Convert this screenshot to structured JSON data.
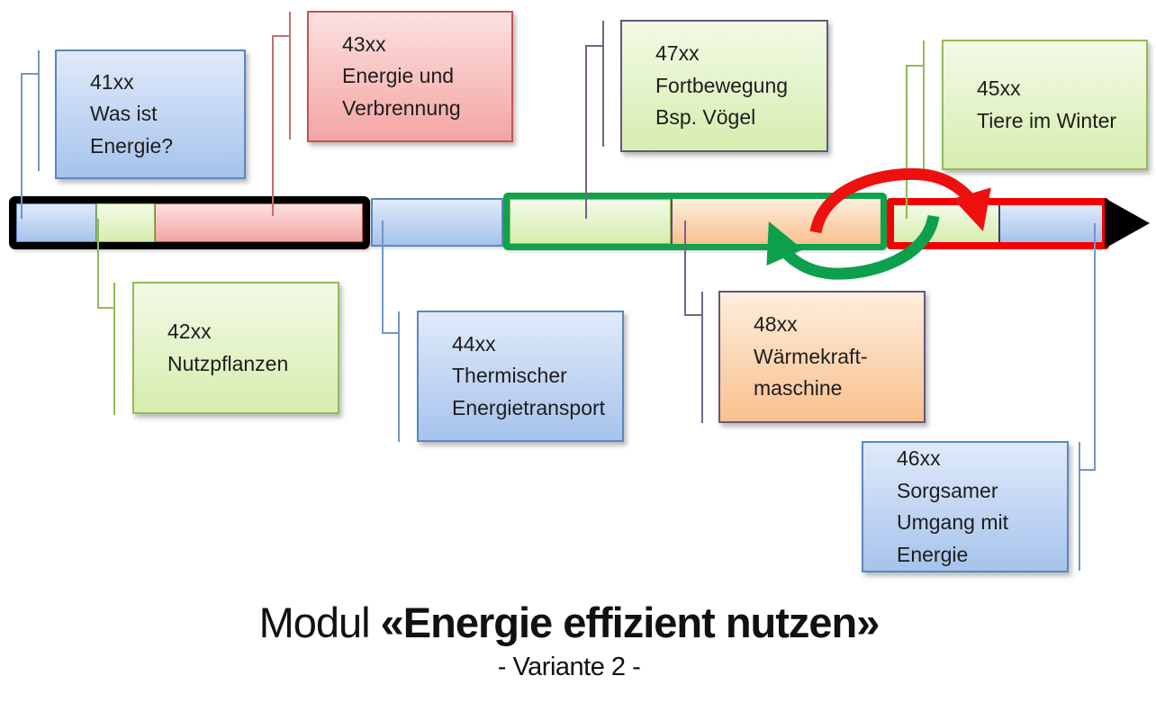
{
  "title": {
    "module_label": "Modul ",
    "module_name": "«Energie effizient nutzen»",
    "variant": "- Variante 2 -"
  },
  "units": {
    "u41": {
      "code": "41xx",
      "text": "41xx\nWas ist Energie?",
      "style": "blue"
    },
    "u42": {
      "code": "42xx",
      "text": "42xx\nNutzpflanzen",
      "style": "green"
    },
    "u43": {
      "code": "43xx",
      "text": "43xx\nEnergie und\nVerbrennung",
      "style": "red"
    },
    "u44": {
      "code": "44xx",
      "text": "44xx\nThermischer\nEnergietransport",
      "style": "blue"
    },
    "u45": {
      "code": "45xx",
      "text": "45xx\nTiere im Winter",
      "style": "green"
    },
    "u46": {
      "code": "46xx",
      "text": "46xx\nSorgsamer\nUmgang mit\nEnergie",
      "style": "blue"
    },
    "u47": {
      "code": "47xx",
      "text": "47xx\nFortbewegung\nBsp. Vögel",
      "style": "green-purple-border"
    },
    "u48": {
      "code": "48xx",
      "text": "48xx\nWärmekraft-\nmaschine",
      "style": "orange-purple-border"
    }
  },
  "timeline": {
    "direction": "left-to-right, ends in black arrowhead",
    "phases": [
      {
        "outline": "black",
        "segments": [
          "41xx blue",
          "42xx green",
          "43xx red"
        ]
      },
      {
        "outline": "none",
        "segments": [
          "44xx blue"
        ]
      },
      {
        "outline": "green",
        "segments": [
          "47xx green",
          "48xx orange"
        ]
      },
      {
        "outline": "red",
        "segments": [
          "45xx green",
          "46xx blue"
        ]
      }
    ],
    "swap_arrows": {
      "red_arrow": "curves forward from orange 48xx segment into green 45xx segment",
      "green_arrow": "curves back from green 45xx segment into orange 48xx segment"
    }
  },
  "palette": {
    "blue-top": "#e0eafa",
    "blue-bottom": "#a6c3ec",
    "blue-border": "#5b87bf",
    "green-top": "#f3fae6",
    "green-bottom": "#d6edaf",
    "green-border": "#94ba55",
    "red-top": "#fce1e0",
    "red-bottom": "#f3a5a3",
    "red-border": "#c05450",
    "orange-top": "#fdeedd",
    "orange-bottom": "#f9c08d",
    "purple-border": "#63577d",
    "phase-black": "#000000",
    "phase-green": "#0fa24a",
    "phase-red": "#f40000",
    "arrow-red": "#ee0f0f",
    "arrow-green": "#0ca04d",
    "conn-blue": "#7396c7",
    "conn-green": "#95ba57",
    "conn-red": "#c2706c",
    "conn-purple": "#6d6887",
    "text": "#1d1d1d"
  }
}
